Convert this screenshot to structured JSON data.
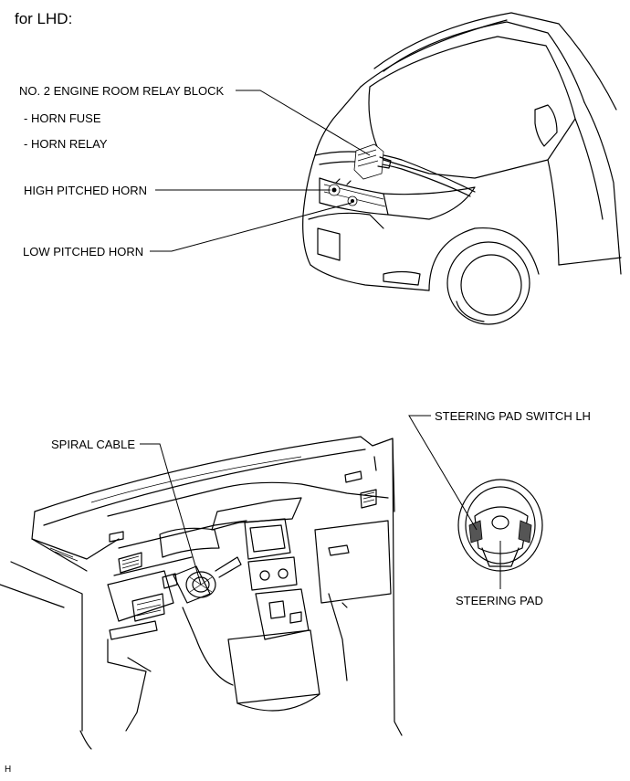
{
  "heading": "for LHD:",
  "labels": {
    "relay_block": "NO. 2 ENGINE ROOM RELAY BLOCK",
    "horn_fuse": "- HORN FUSE",
    "horn_relay": "- HORN RELAY",
    "high_horn": "HIGH PITCHED HORN",
    "low_horn": "LOW PITCHED HORN",
    "spiral_cable": "SPIRAL CABLE",
    "pad_switch": "STEERING PAD SWITCH LH",
    "steering_pad": "STEERING PAD"
  },
  "footer_code": "H"
}
